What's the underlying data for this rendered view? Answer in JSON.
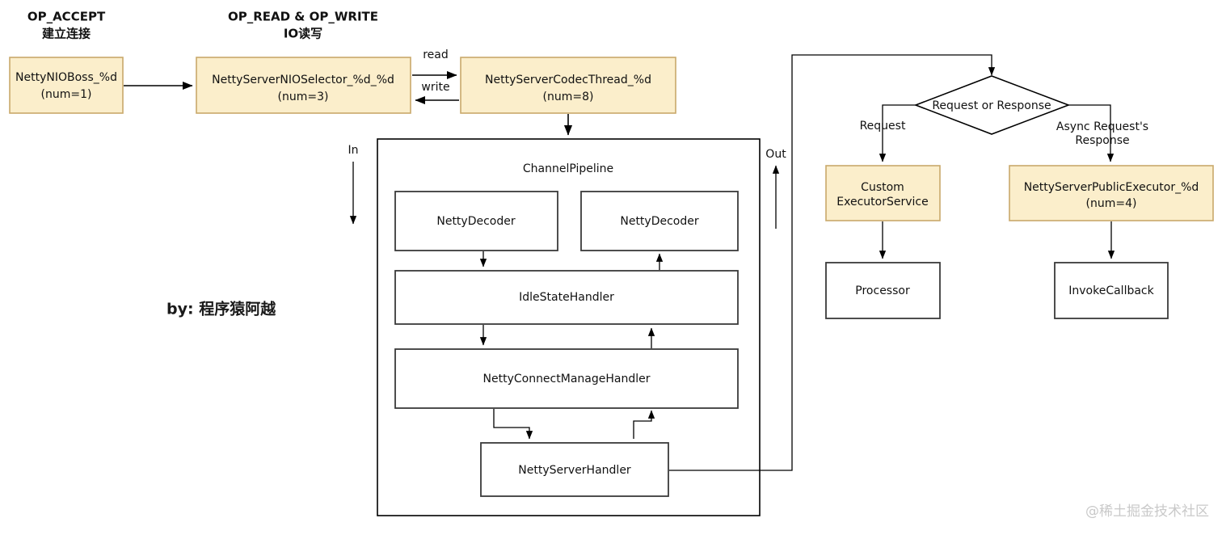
{
  "diagram": {
    "title_annotations": [
      {
        "line1": "OP_ACCEPT",
        "line2": "建立连接"
      },
      {
        "line1": "OP_READ & OP_WRITE",
        "line2": "IO读写"
      }
    ],
    "thread_boxes": [
      {
        "line1": "NettyNIOBoss_%d",
        "line2": "(num=1)"
      },
      {
        "line1": "NettyServerNIOSelector_%d_%d",
        "line2": "(num=3)"
      },
      {
        "line1": "NettyServerCodecThread_%d",
        "line2": "(num=8)"
      }
    ],
    "edge_labels": {
      "read": "read",
      "write": "write",
      "in": "In",
      "out": "Out",
      "request": "Request",
      "async_response_line1": "Async Request's",
      "async_response_line2": "Response"
    },
    "pipeline": {
      "title": "ChannelPipeline",
      "handlers": [
        {
          "label": "NettyDecoder"
        },
        {
          "label": "NettyDecoder"
        },
        {
          "label": "IdleStateHandler"
        },
        {
          "label": "NettyConnectManageHandler"
        },
        {
          "label": "NettyServerHandler"
        }
      ]
    },
    "decision": {
      "label": "Request or Response"
    },
    "executors": [
      {
        "line1": "Custom",
        "line2": "ExecutorService"
      },
      {
        "line1": "NettyServerPublicExecutor_%d",
        "line2": "(num=4)"
      }
    ],
    "terminals": [
      {
        "label": "Processor"
      },
      {
        "label": "InvokeCallback"
      }
    ],
    "credit": "by: 程序猿阿越",
    "watermark": "@稀土掘金技术社区",
    "colors": {
      "box_fill": "#fbeecb",
      "box_border": "#c9a96b",
      "line": "#000000",
      "watermark": "#c9c9c9"
    }
  }
}
